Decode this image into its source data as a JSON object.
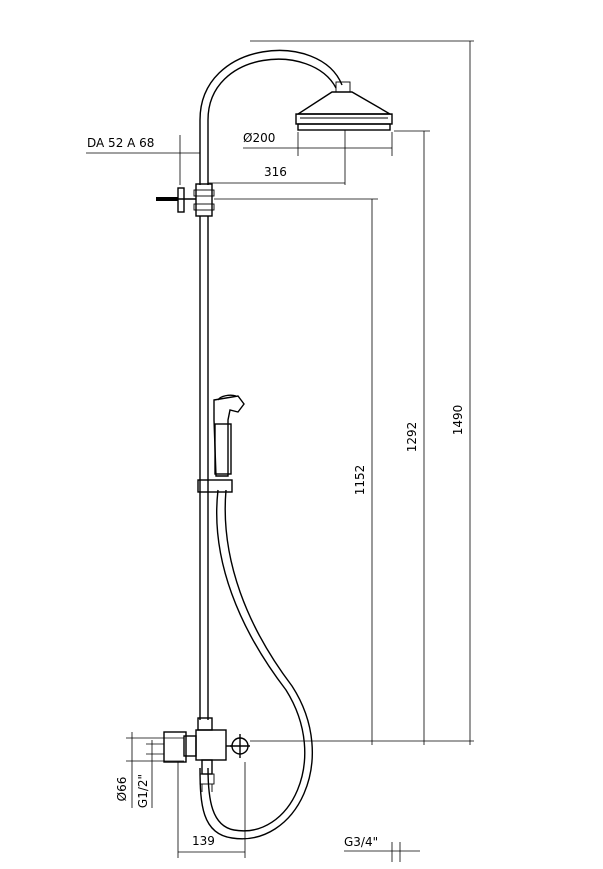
{
  "dimensions": {
    "connection_label": "DA 52 A 68",
    "head_diameter": "Ø200",
    "arm_projection": "316",
    "height_to_clamp": "1152",
    "height_to_head": "1292",
    "total_height": "1490",
    "mixer_diameter": "Ø66",
    "inlet_thread": "G1/2\"",
    "mixer_depth": "139",
    "outlet_thread": "G3/4\""
  }
}
